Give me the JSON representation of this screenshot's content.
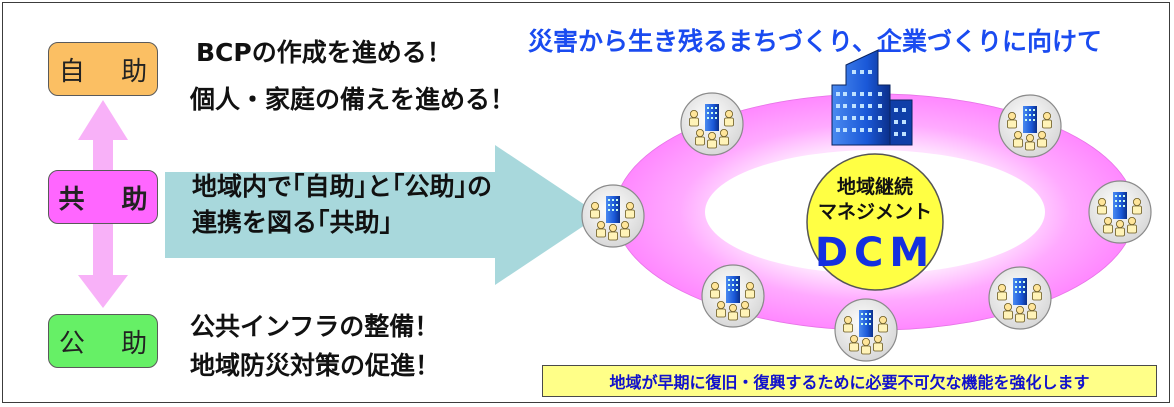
{
  "roles": {
    "self_help": "自 助",
    "mutual_help": "共 助",
    "public_help": "公 助"
  },
  "self_help_text": {
    "line1": "BCPの作成を進める！",
    "line2": "個人・家庭の備えを進める！"
  },
  "mutual_help_text": {
    "line1": "地域内で｢自助｣と｢公助｣の",
    "line2": "連携を図る｢共助｣"
  },
  "public_help_text": {
    "line1": "公共インフラの整備！",
    "line2": "地域防災対策の促進！"
  },
  "headline": "災害から生き残るまちづくり、企業づくりに向けて",
  "dcm": {
    "line1": "地域継続",
    "line2": "マネジメント",
    "acronym": "DCM"
  },
  "footer": "地域が早期に復旧・復興するために必要不可欠な機能を強化します",
  "colors": {
    "self_help_box": "#fbbf63",
    "mutual_help_box": "#ff66ff",
    "public_help_box": "#66f066",
    "vertical_arrow": "#f7a8f7",
    "big_arrow": "#a8d8dc",
    "ring": "#ff9cff",
    "dcm_circle": "#ffff44",
    "headline": "#1a4bf0",
    "footer_bg": "#ffff88"
  },
  "icons": {
    "arrow": "double-headed-arrow",
    "flow": "big-right-arrow",
    "node": "building-with-people-icon",
    "center_building": "office-building-icon"
  }
}
